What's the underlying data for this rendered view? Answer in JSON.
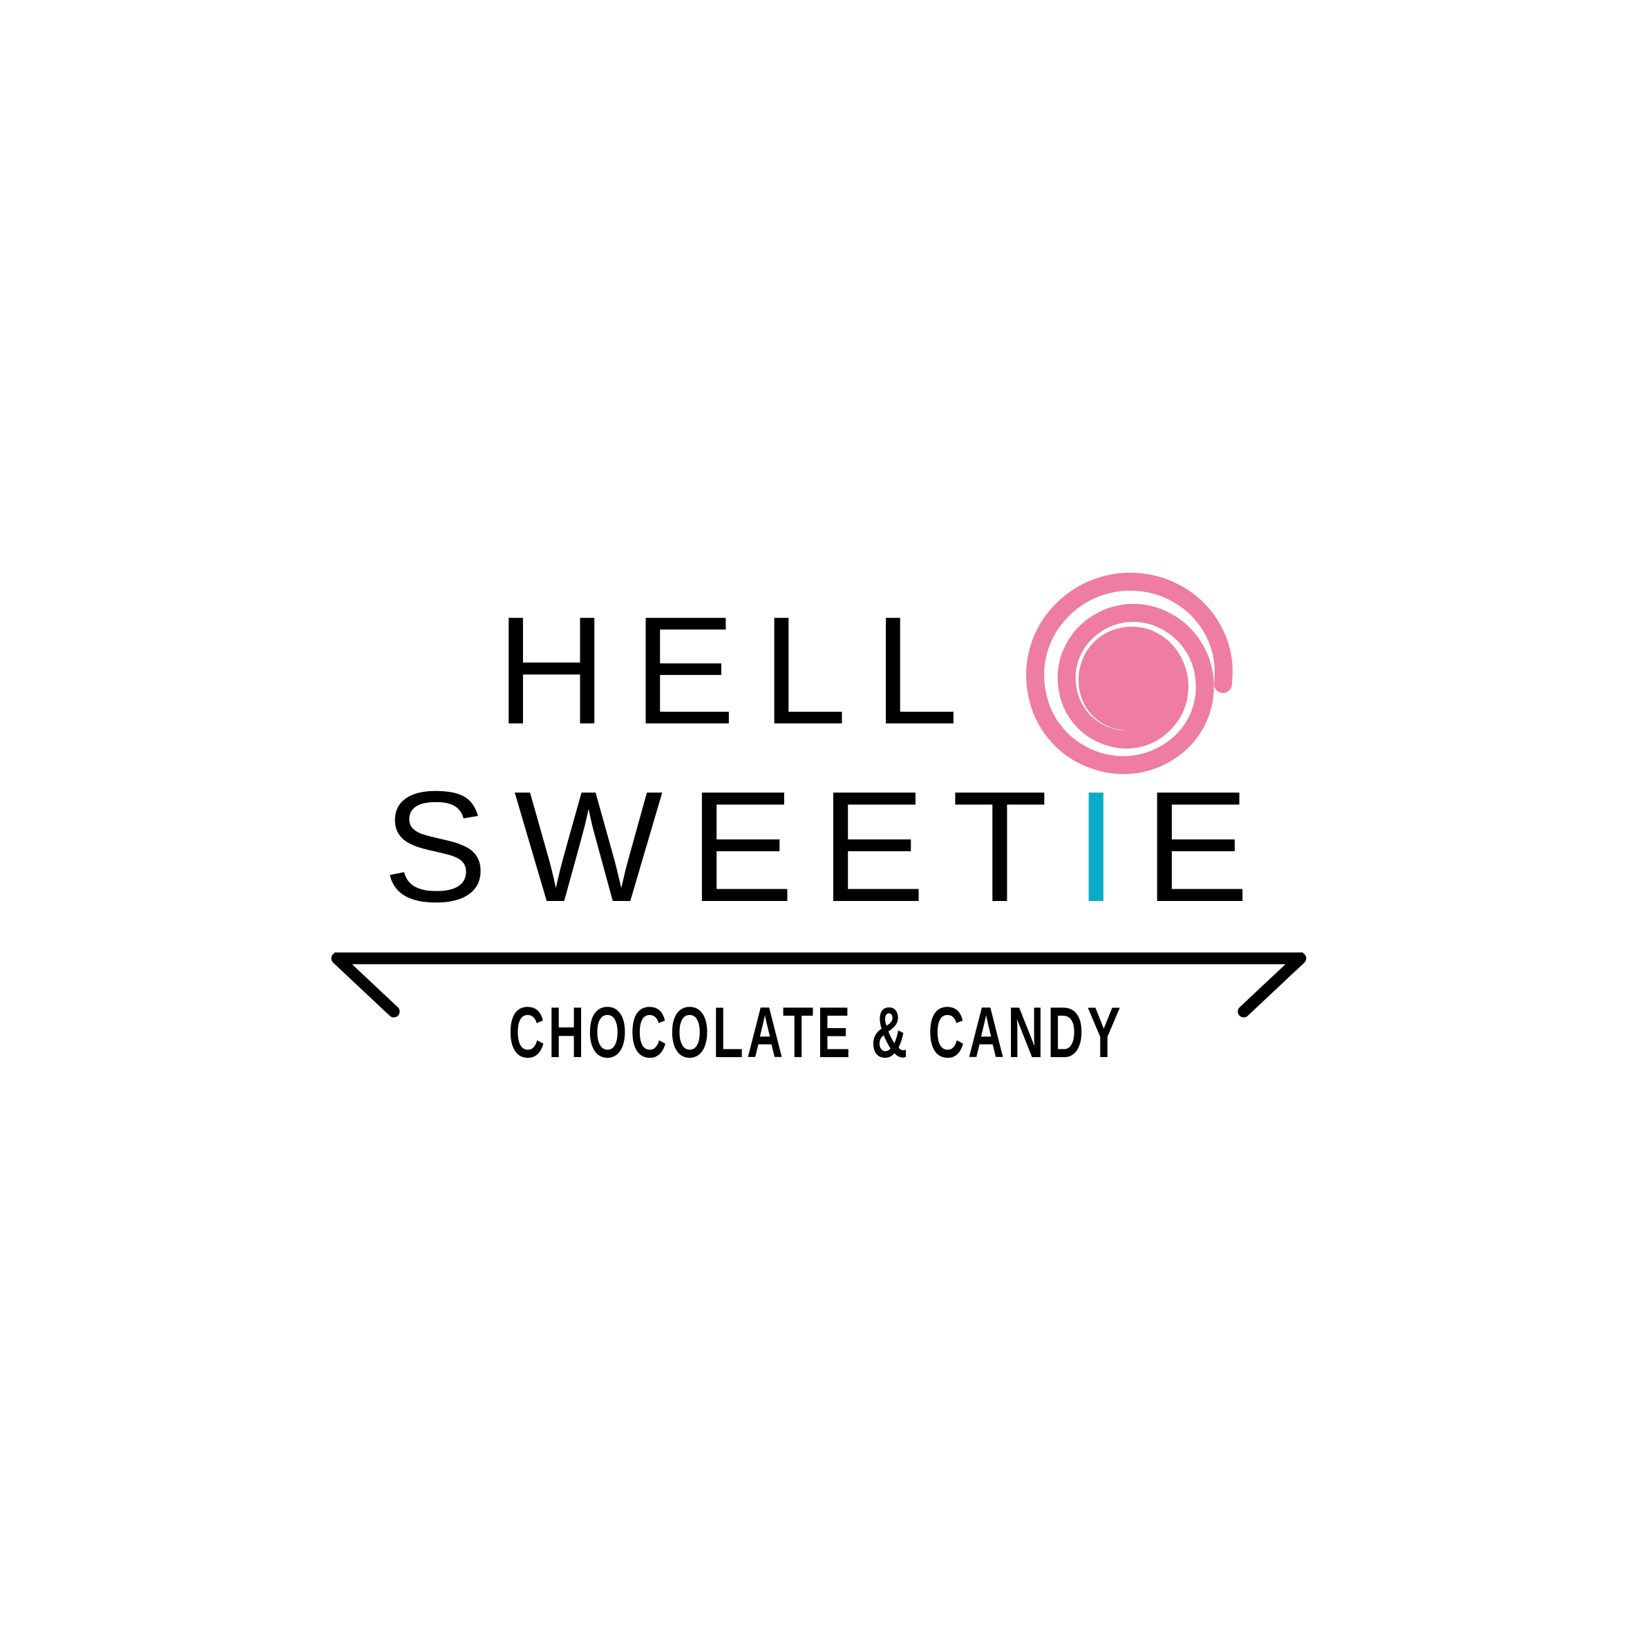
{
  "brand": {
    "name": "HELLO SWEETIE",
    "wordmark_line1": "HELL",
    "wordmark_line1_o_glyph": "O",
    "wordmark_line2_part1": "SWEET",
    "wordmark_line2_accent_letter": "I",
    "wordmark_line2_part2": "E",
    "tagline": "CHOCOLATE & CANDY"
  },
  "icons": {
    "lollipop_spiral": "lollipop-spiral-icon",
    "banner_bracket_left": "bracket-left-icon",
    "banner_bracket_right": "bracket-right-icon"
  },
  "colors": {
    "background": "#ffffff",
    "ink": "#000000",
    "candy_pink": "#ee7ca3",
    "accent_cyan": "#0aabc8"
  }
}
